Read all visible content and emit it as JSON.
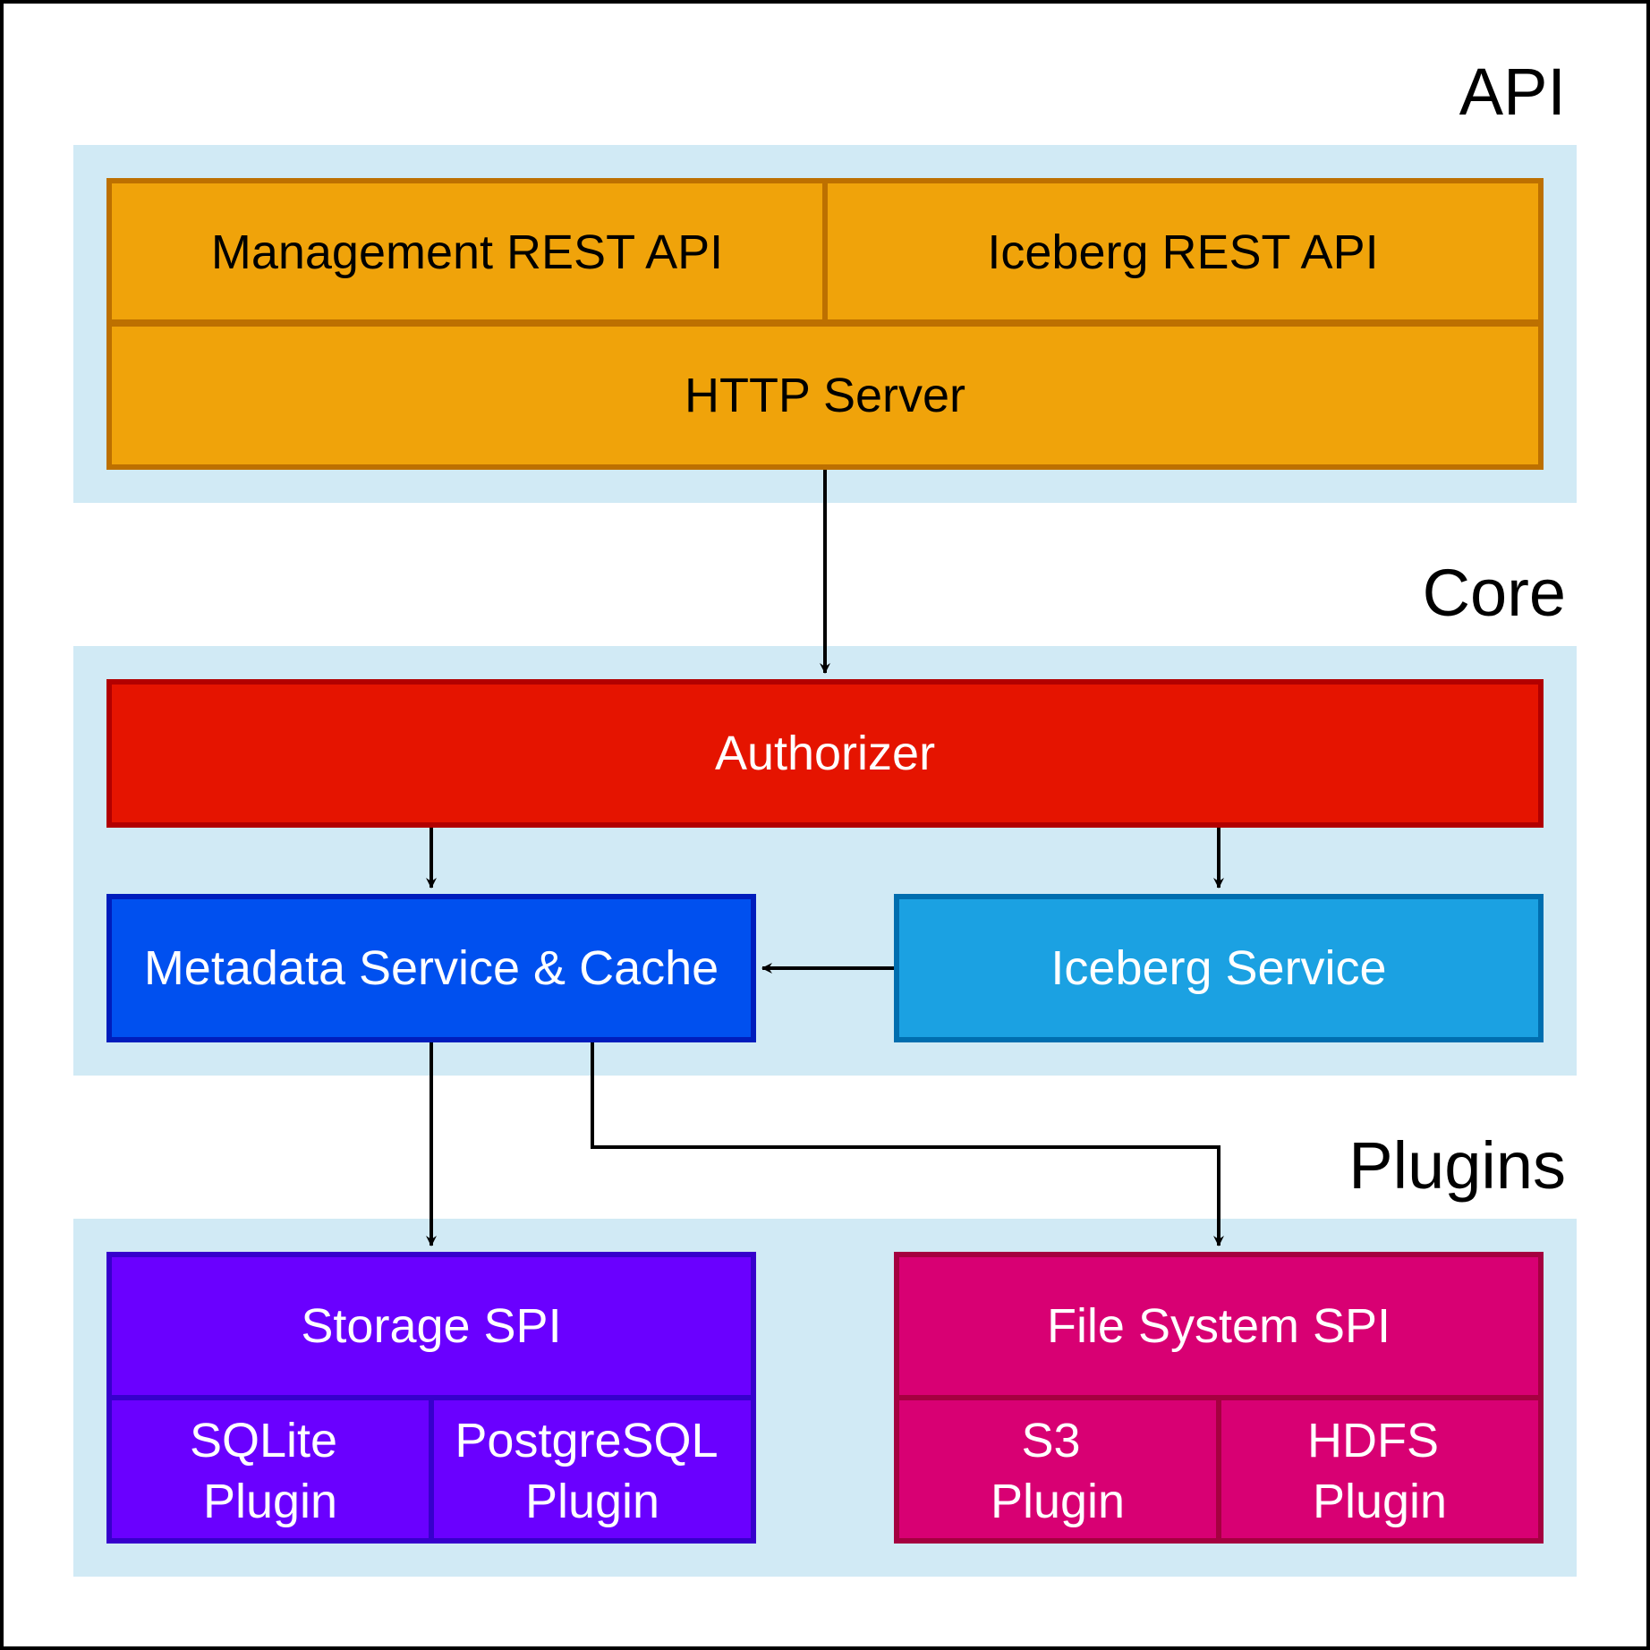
{
  "colors": {
    "background": "#ffffff",
    "layer_band": "#d1eaf5",
    "api_fill": "#f0a30a",
    "api_stroke": "#bd7000",
    "authorizer_fill": "#e51400",
    "authorizer_stroke": "#b20000",
    "metadata_fill": "#0050ef",
    "metadata_stroke": "#001dbc",
    "iceberg_service_fill": "#1ba1e2",
    "iceberg_service_stroke": "#006eaf",
    "storage_fill": "#6a00ff",
    "storage_stroke": "#3700cc",
    "filesystem_fill": "#d80073",
    "filesystem_stroke": "#a50040",
    "arrow": "#000000"
  },
  "layers": {
    "api": {
      "label": "API"
    },
    "core": {
      "label": "Core"
    },
    "plugins": {
      "label": "Plugins"
    }
  },
  "api": {
    "management_rest_api": "Management REST API",
    "iceberg_rest_api": "Iceberg REST API",
    "http_server": "HTTP Server"
  },
  "core": {
    "authorizer": "Authorizer",
    "metadata_service": "Metadata Service & Cache",
    "iceberg_service": "Iceberg Service"
  },
  "plugins": {
    "storage_spi": "Storage SPI",
    "sqlite_plugin": [
      "SQLite",
      "Plugin"
    ],
    "postgresql_plugin": [
      "PostgreSQL",
      "Plugin"
    ],
    "filesystem_spi": "File System SPI",
    "s3_plugin": [
      "S3",
      "Plugin"
    ],
    "hdfs_plugin": [
      "HDFS",
      "Plugin"
    ]
  }
}
